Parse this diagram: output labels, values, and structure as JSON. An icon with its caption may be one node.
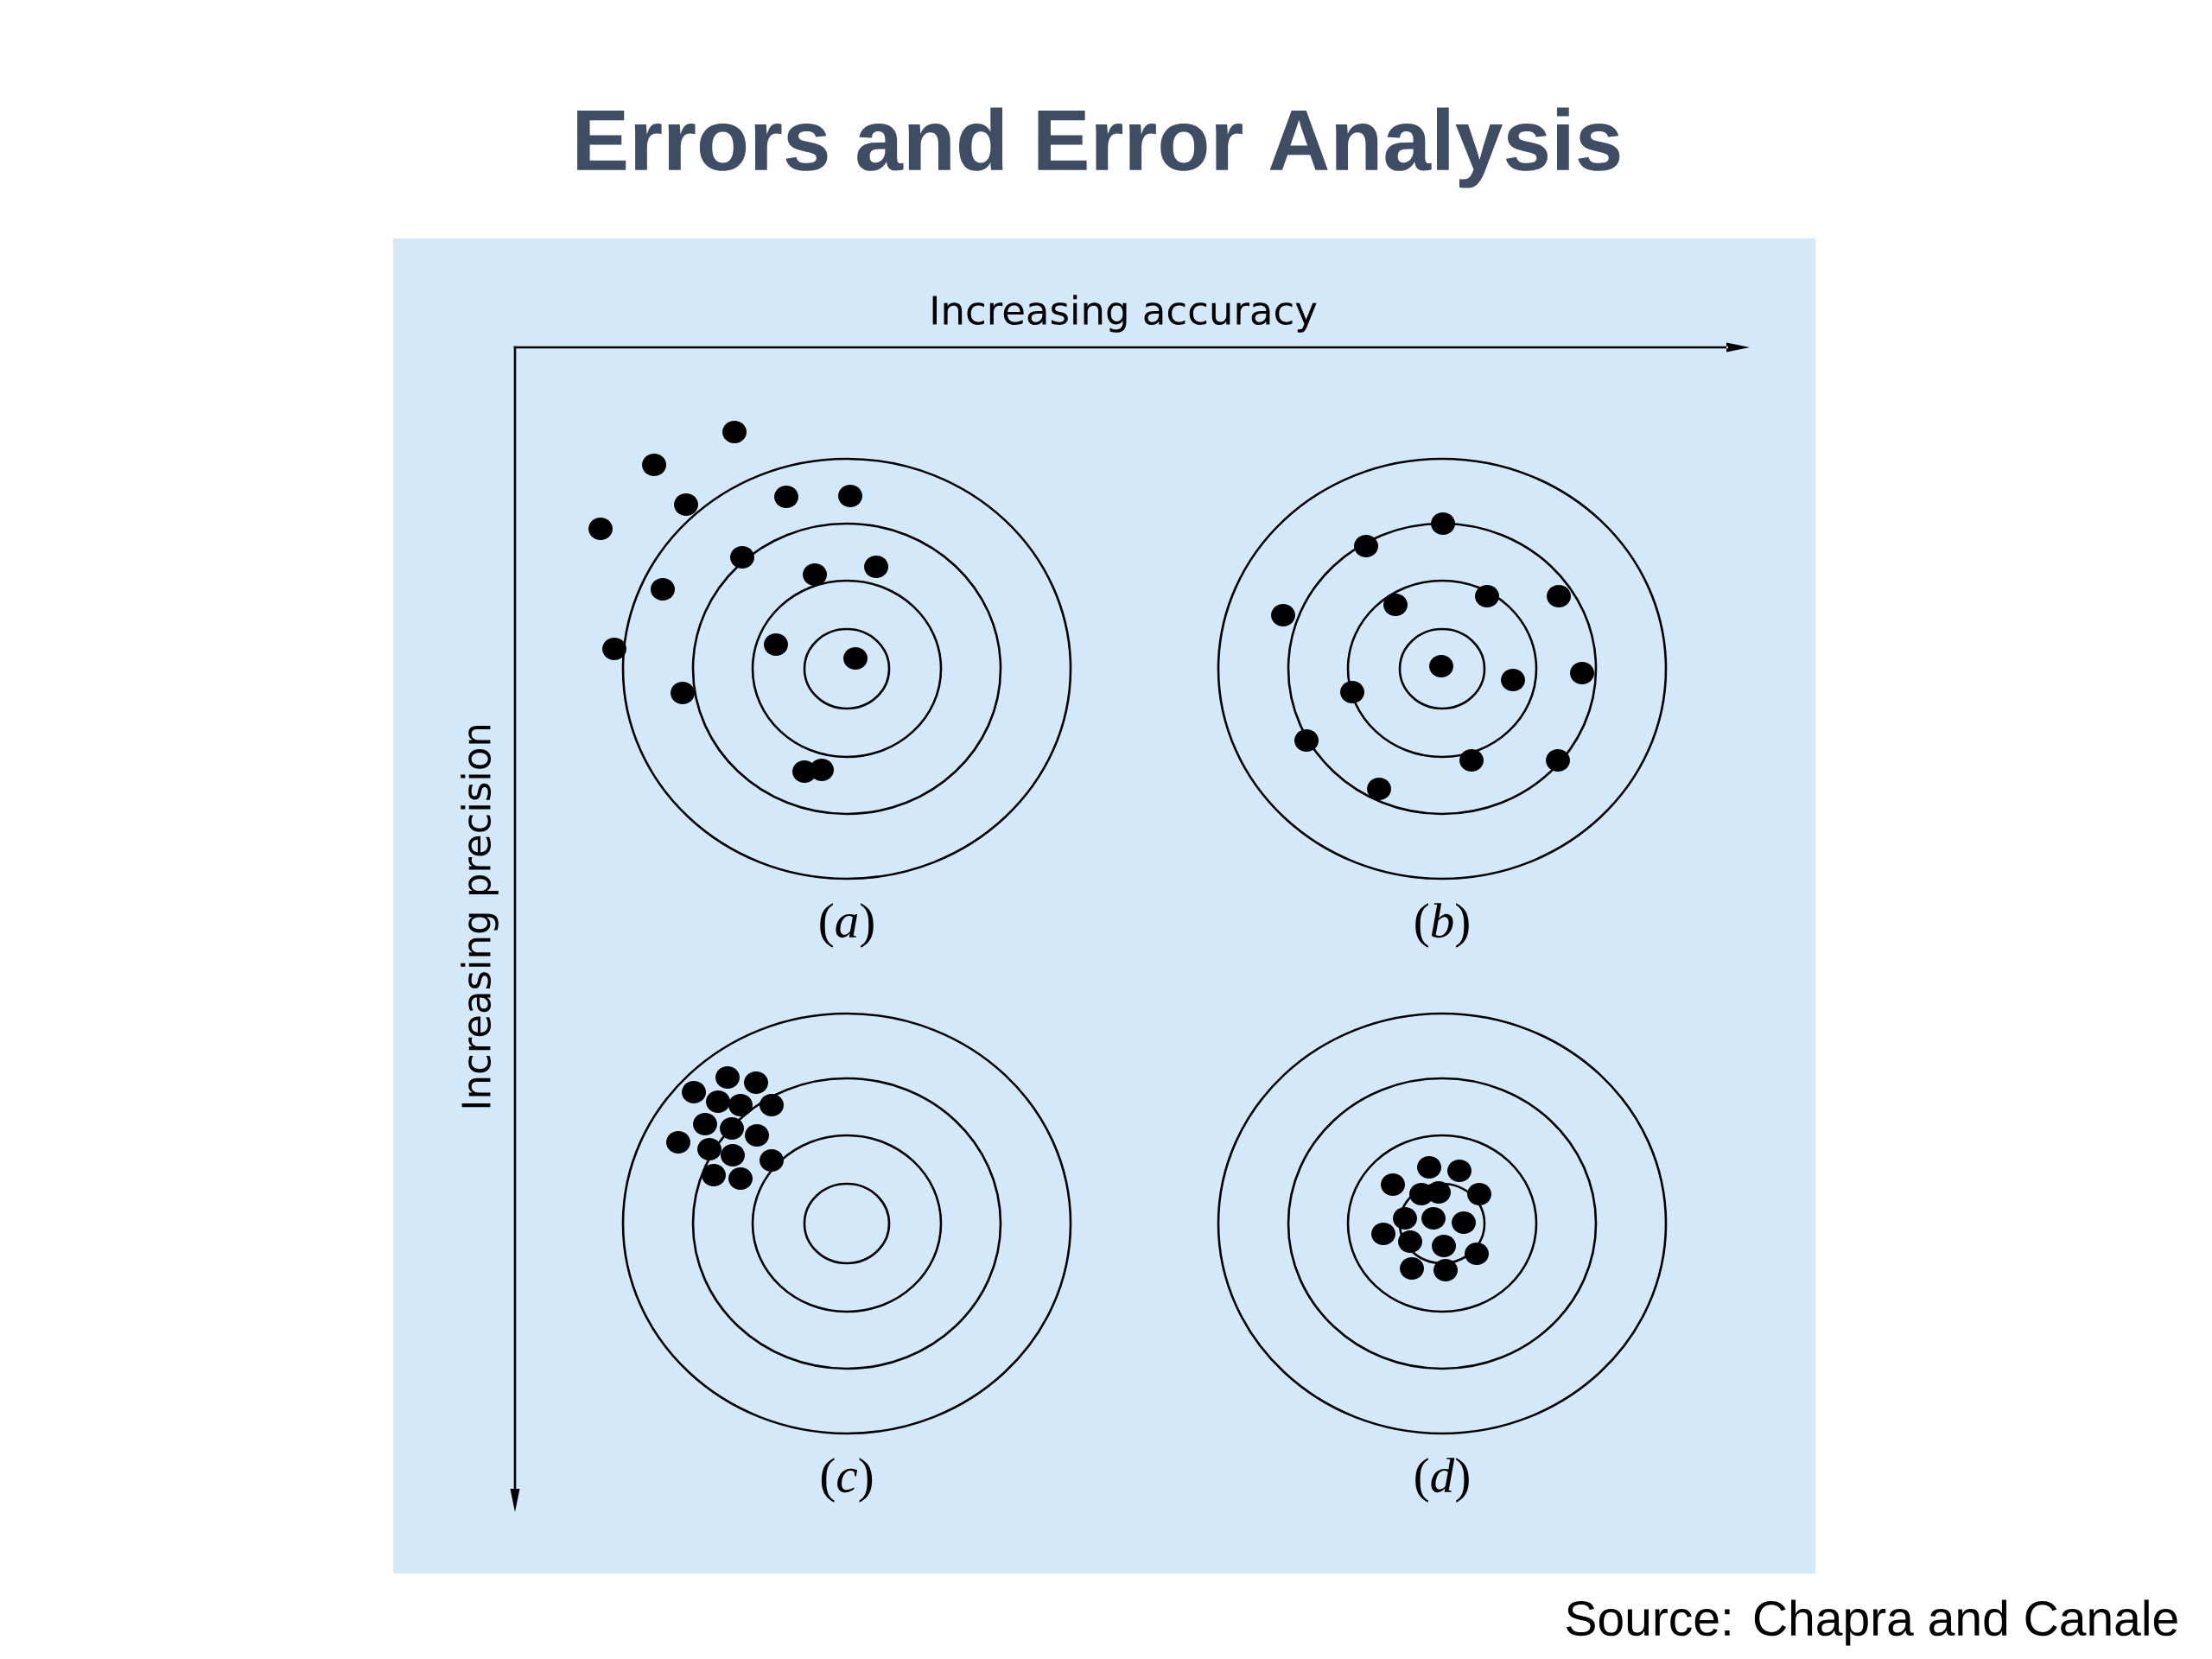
{
  "diagram": {
    "title": "Errors and Error Analysis",
    "caption": "Source: Chapra and Canale",
    "nodes": [
      {
        "text": [],
        "shape": "circle",
        "beside": [
          "(*a*)"
        ]
      },
      {
        "text": [],
        "shape": "circle",
        "beside": [
          "(*b*)"
        ]
      },
      {
        "text": [],
        "shape": "circle",
        "beside": [
          "(*c*)"
        ]
      },
      {
        "text": [],
        "shape": "circle",
        "beside": [
          "(*d*)"
        ]
      }
    ],
    "labels": [
      "Increasing accuracy",
      "Increasing precision"
    ]
  }
}
